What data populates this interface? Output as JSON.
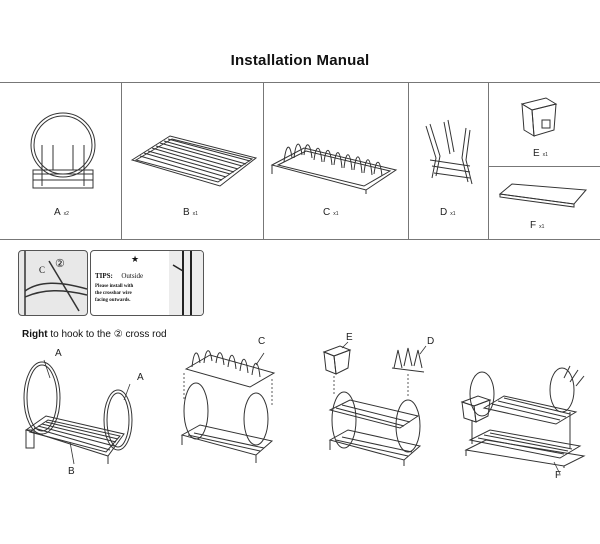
{
  "manual": {
    "title": "Installation Manual"
  },
  "parts": [
    {
      "letter": "A",
      "qty": "x2"
    },
    {
      "letter": "B",
      "qty": "x1"
    },
    {
      "letter": "C",
      "qty": "x1"
    },
    {
      "letter": "D",
      "qty": "x1"
    },
    {
      "letter": "E",
      "qty": "x1"
    },
    {
      "letter": "F",
      "qty": "x1"
    }
  ],
  "tips": {
    "circle_marker": "②",
    "c_marker": "C",
    "star": "★",
    "label": "TIPS:",
    "outside": "Outside",
    "text_line1": "Please install with",
    "text_line2": "the crossbar wire",
    "text_line3": "facing outwards."
  },
  "instruction": {
    "bold": "Right",
    "rest": " to hook to the ② cross rod"
  },
  "steps": {
    "step1": {
      "label_a_left": "A",
      "label_a_right": "A",
      "label_b": "B"
    },
    "step2": {
      "label_c": "C"
    },
    "step3": {
      "label_e": "E",
      "label_d": "D"
    },
    "step4": {
      "label_f": "F"
    }
  }
}
